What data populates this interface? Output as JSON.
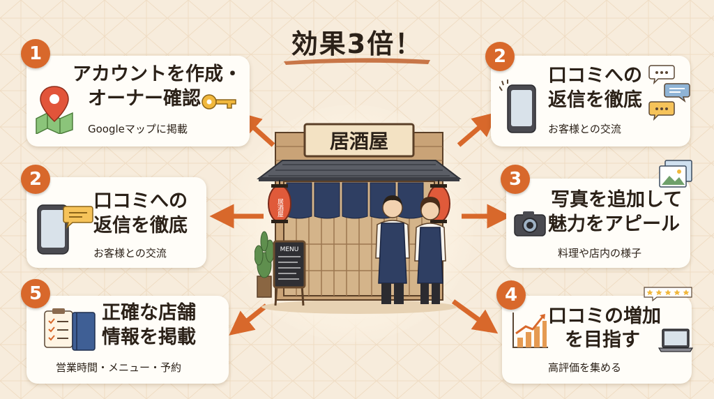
{
  "title": "効果3倍！",
  "shop": {
    "sign": "居酒屋",
    "lantern": "居酒屋",
    "menu_board": "MENU"
  },
  "cards": [
    {
      "badge": "1",
      "line1": "アカウントを作成・",
      "line2": "オーナー確認",
      "sub": "Googleマップに掲載"
    },
    {
      "badge": "2",
      "line1": "口コミへの",
      "line2": "返信を徹底",
      "sub": "お客様との交流"
    },
    {
      "badge": "5",
      "line1": "正確な店舗",
      "line2": "情報を掲載",
      "sub": "営業時間・メニュー・予約"
    },
    {
      "badge": "2",
      "line1": "口コミへの",
      "line2": "返信を徹底",
      "sub": "お客様との交流"
    },
    {
      "badge": "3",
      "line1": "写真を追加して",
      "line2": "魅力をアピール",
      "sub": "料理や店内の様子"
    },
    {
      "badge": "4",
      "line1": "口コミの増加",
      "line2": "を目指す",
      "sub": "高評価を集める"
    }
  ],
  "colors": {
    "accent": "#d8682b",
    "background": "#f7ecdc",
    "card": "#fffdf8",
    "noren": "#2f3f63"
  },
  "icons": [
    "map-pin-icon",
    "key-icon",
    "smartphone-icon",
    "chat-bubble-icon",
    "clipboard-icon",
    "notebook-icon",
    "camera-icon",
    "photo-icon",
    "bar-chart-icon",
    "laptop-icon",
    "star-rating-icon"
  ]
}
